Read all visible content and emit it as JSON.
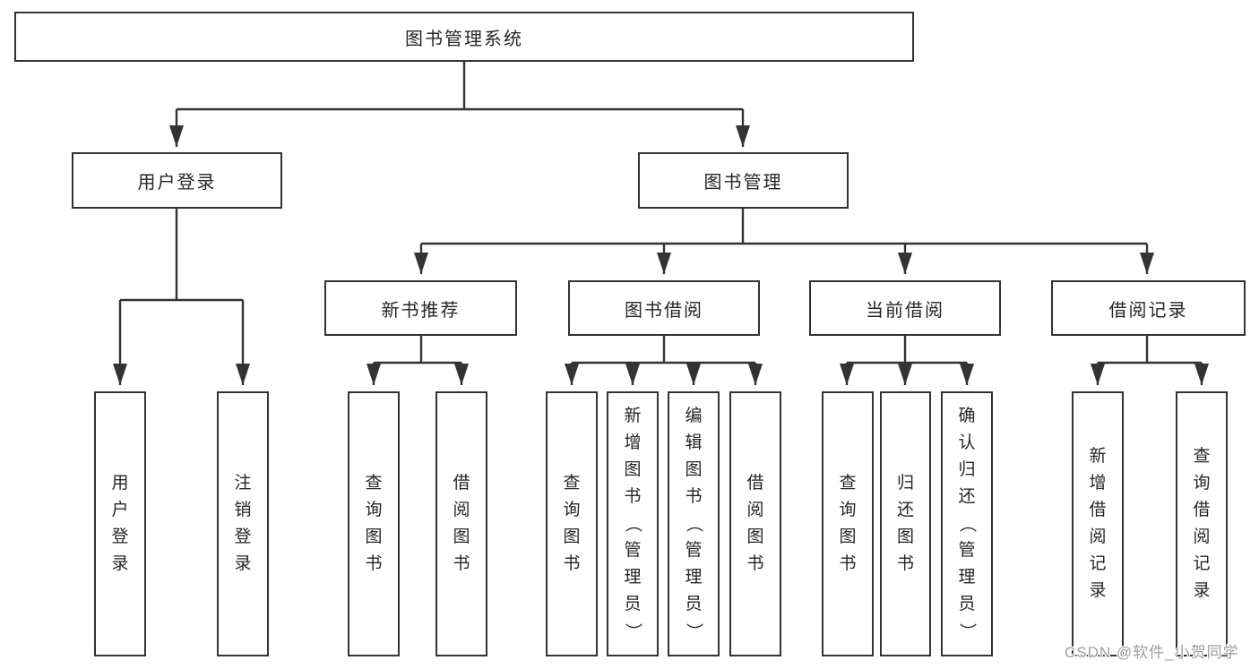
{
  "diagram": {
    "root": {
      "label": "图书管理系统"
    },
    "branches": [
      {
        "label": "用户登录",
        "children": [
          "用户登录",
          "注销登录"
        ]
      },
      {
        "label": "图书管理",
        "sections": [
          {
            "label": "新书推荐",
            "children": [
              "查询图书",
              "借阅图书"
            ]
          },
          {
            "label": "图书借阅",
            "children": [
              "查询图书",
              "新增图书（管理员）",
              "编辑图书（管理员）",
              "借阅图书"
            ]
          },
          {
            "label": "当前借阅",
            "children": [
              "查询图书",
              "归还图书",
              "确认归还（管理员）"
            ]
          },
          {
            "label": "借阅记录",
            "children": [
              "新增借阅记录",
              "查询借阅记录"
            ]
          }
        ]
      }
    ],
    "watermark": "CSDN @软件_小贺同学",
    "colors": {
      "line": "#333333",
      "text": "#262626",
      "watermark": "#9e9e9e",
      "background": "#ffffff"
    }
  }
}
